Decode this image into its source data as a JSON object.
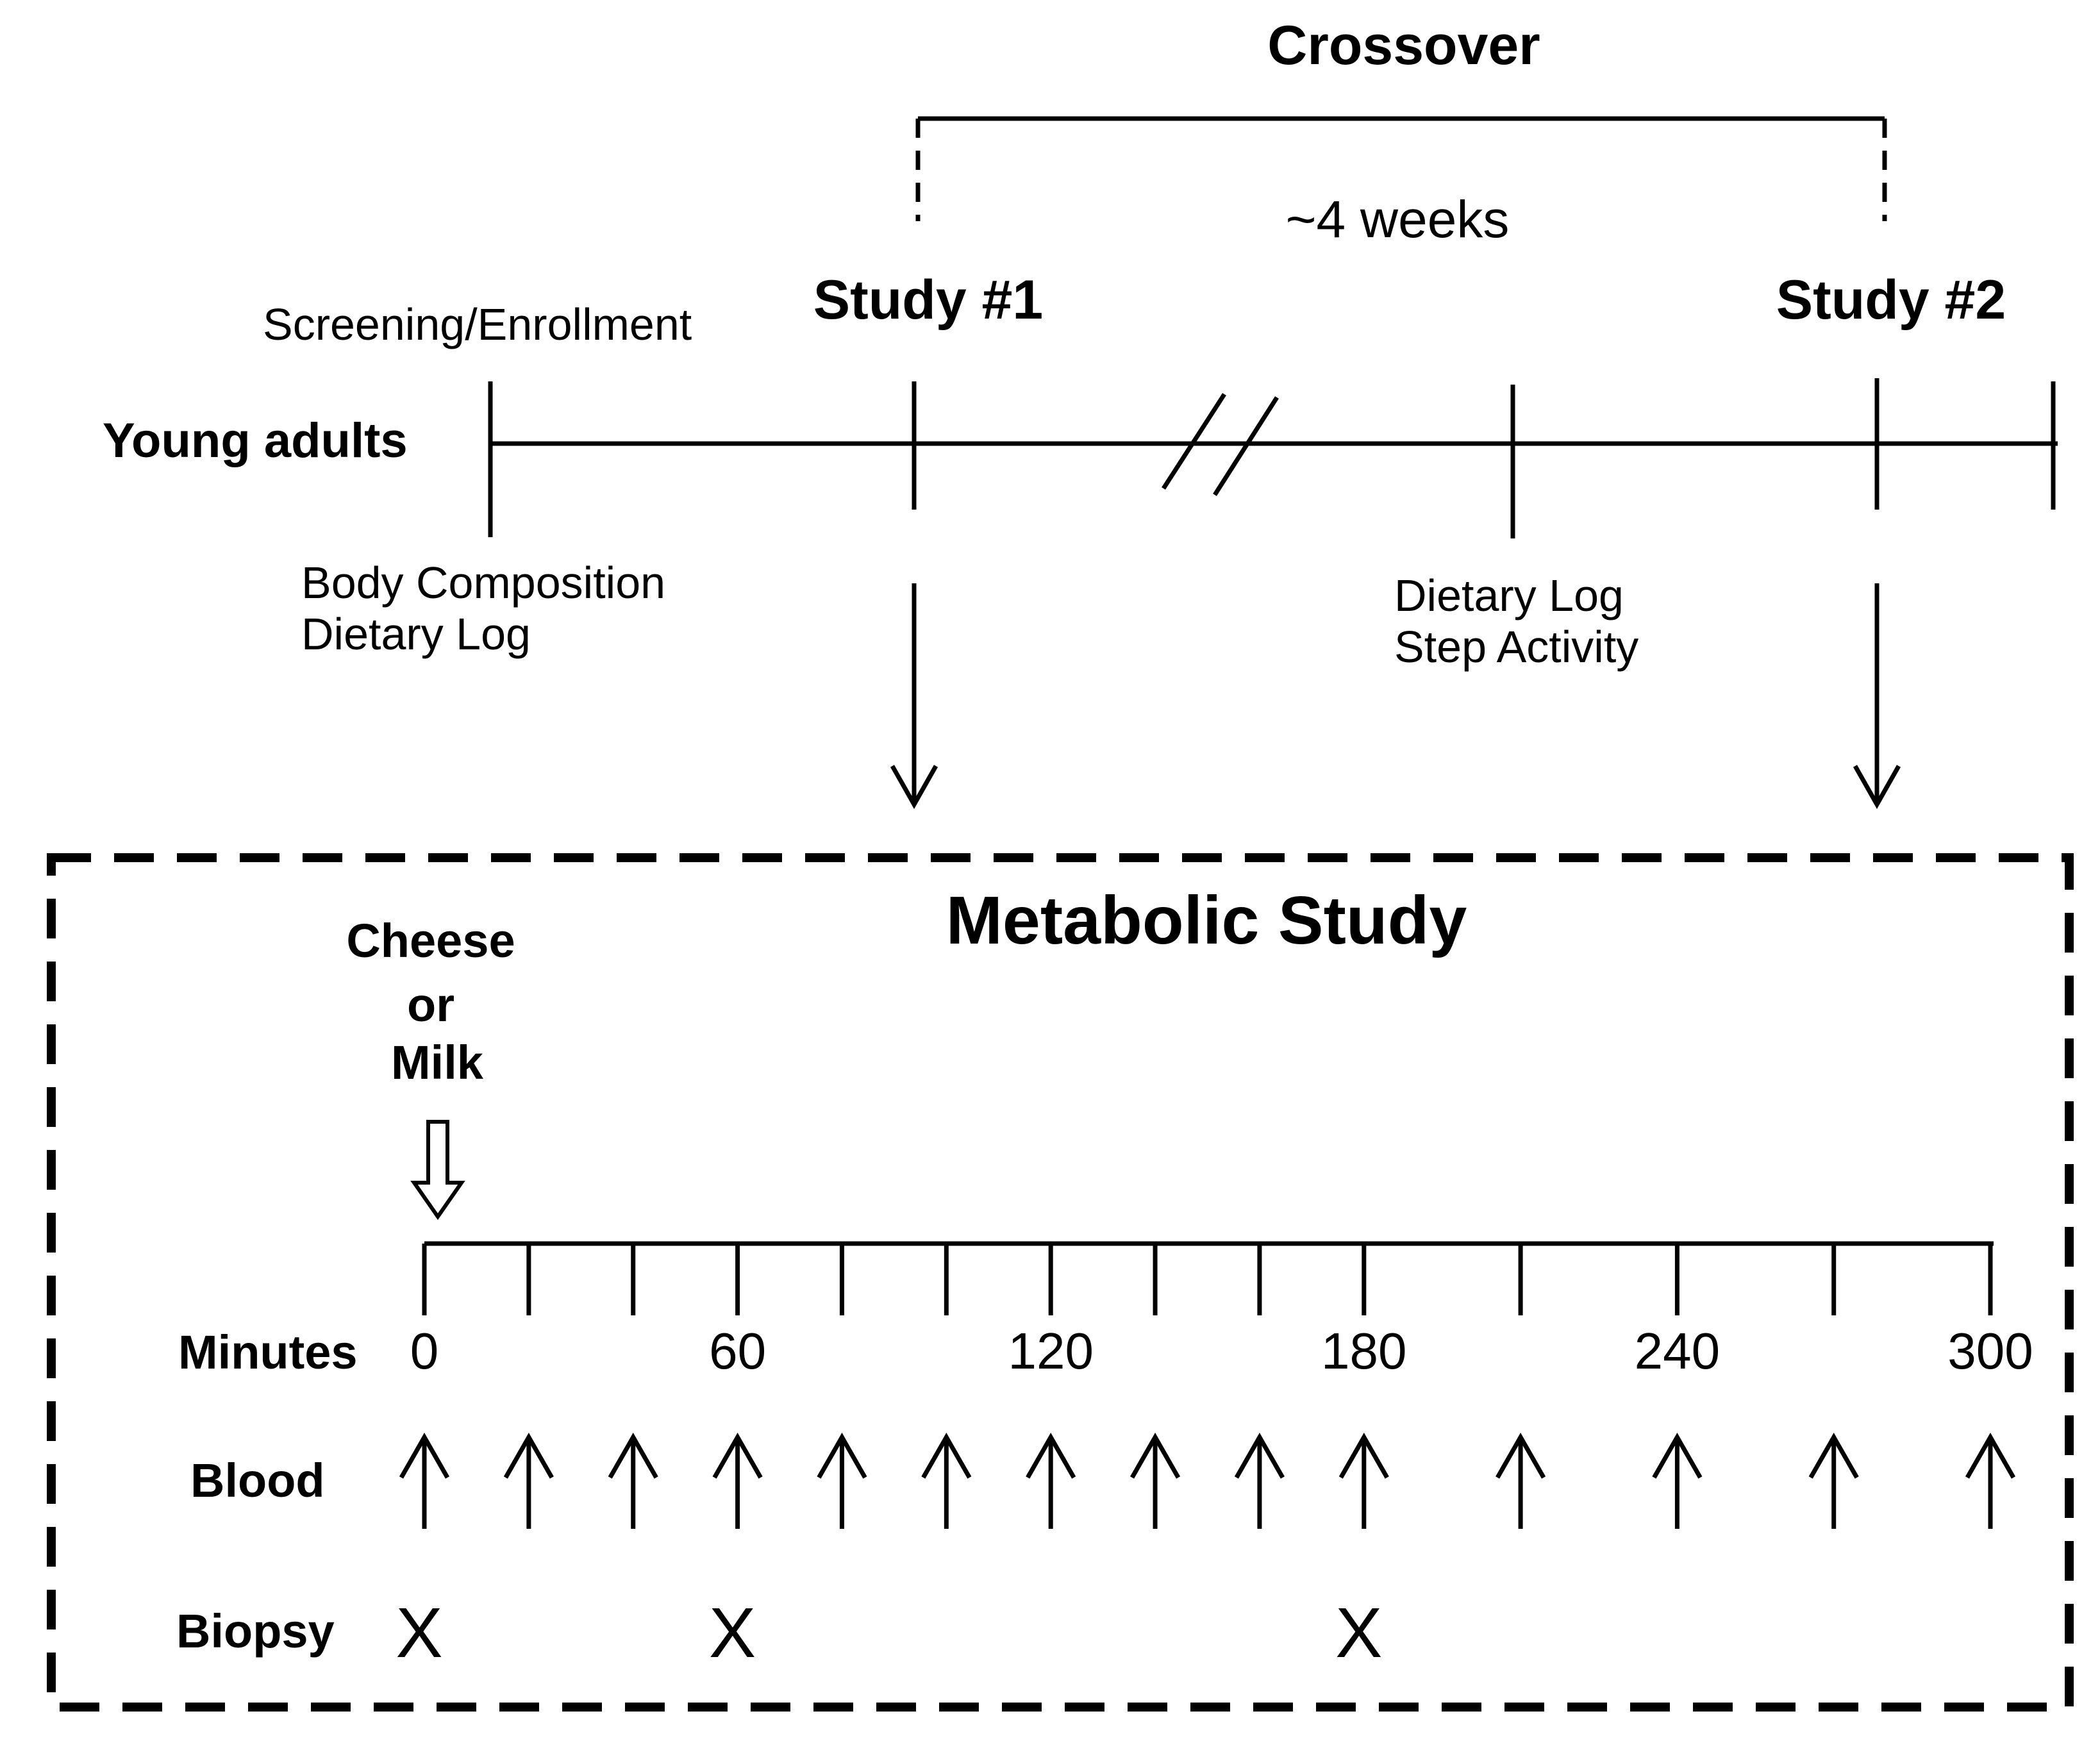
{
  "header": {
    "crossover": "Crossover",
    "duration": "~4 weeks",
    "study1": "Study #1",
    "study2": "Study #2"
  },
  "timeline": {
    "group_label": "Young adults",
    "screening_label": "Screening/Enrollment",
    "pre_line1": "Body Composition",
    "pre_line2": "Dietary Log",
    "mid_line1": "Dietary Log",
    "mid_line2": "Step Activity"
  },
  "metabolic": {
    "title": "Metabolic Study",
    "intake_line1": "Cheese",
    "intake_line2": "or",
    "intake_line3": "Milk",
    "minutes_label": "Minutes",
    "blood_label": "Blood",
    "biopsy_label": "Biopsy",
    "biopsy_mark": "X",
    "tick_minutes": [
      0,
      20,
      40,
      60,
      80,
      100,
      120,
      140,
      160,
      180,
      210,
      240,
      270,
      300
    ],
    "tick_labels": [
      {
        "minute": 0,
        "text": "0"
      },
      {
        "minute": 60,
        "text": "60"
      },
      {
        "minute": 120,
        "text": "120"
      },
      {
        "minute": 180,
        "text": "180"
      },
      {
        "minute": 240,
        "text": "240"
      },
      {
        "minute": 300,
        "text": "300"
      }
    ],
    "blood_minutes": [
      0,
      20,
      40,
      60,
      80,
      100,
      120,
      140,
      160,
      180,
      210,
      240,
      270,
      300
    ],
    "biopsy_minutes": [
      0,
      60,
      180
    ]
  }
}
